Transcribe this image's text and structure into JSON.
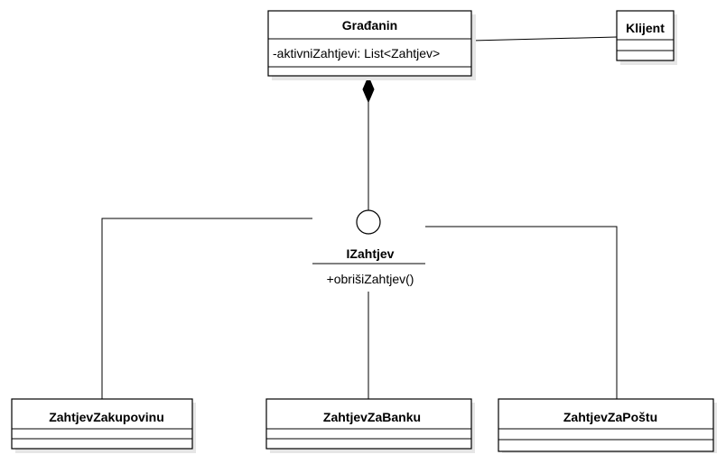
{
  "classes": {
    "gradanin": {
      "name": "Građanin",
      "attributes": [
        "-aktivniZahtjevi: List<Zahtjev>"
      ]
    },
    "klijent": {
      "name": "Klijent"
    },
    "zakupovinu": {
      "name": "ZahtjevZakupovinu"
    },
    "zabanku": {
      "name": "ZahtjevZaBanku"
    },
    "zapostu": {
      "name": "ZahtjevZaPoštu"
    }
  },
  "interface": {
    "name": "IZahtjev",
    "operations": [
      "+obrišiZahtjev()"
    ]
  }
}
